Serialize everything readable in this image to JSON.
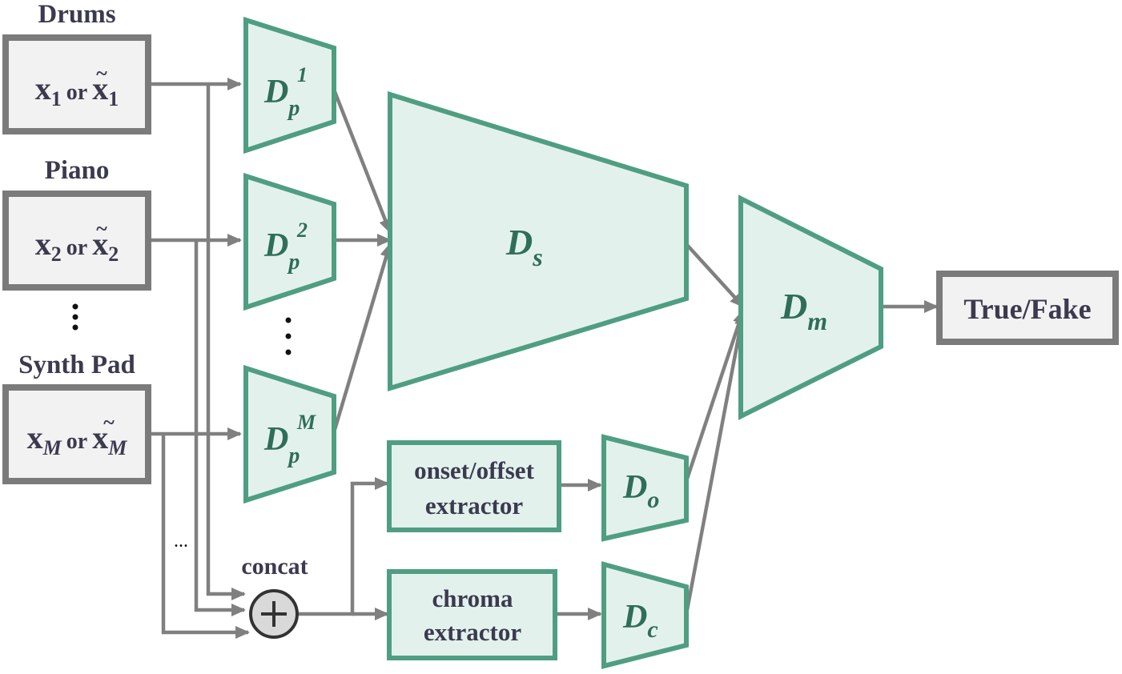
{
  "inputs": [
    {
      "label": "Drums",
      "x": "x",
      "sub": "1",
      "or": "or",
      "xt": "x",
      "xt_sub": "1"
    },
    {
      "label": "Piano",
      "x": "x",
      "sub": "2",
      "or": "or",
      "xt": "x",
      "xt_sub": "2"
    },
    {
      "label": "Synth Pad",
      "x": "x",
      "sub": "M",
      "or": "or",
      "xt": "x",
      "xt_sub": "M"
    }
  ],
  "private_discriminators": [
    {
      "base": "D",
      "sub": "p",
      "sup": "1"
    },
    {
      "base": "D",
      "sub": "p",
      "sup": "2"
    },
    {
      "base": "D",
      "sub": "p",
      "sup": "M"
    }
  ],
  "shared_discriminator": {
    "base": "D",
    "sub": "s"
  },
  "merge_discriminator": {
    "base": "D",
    "sub": "m"
  },
  "onset_discriminator": {
    "base": "D",
    "sub": "o"
  },
  "chroma_discriminator": {
    "base": "D",
    "sub": "c"
  },
  "extractors": {
    "onset": {
      "line1": "onset/offset",
      "line2": "extractor"
    },
    "chroma": {
      "line1": "chroma",
      "line2": "extractor"
    }
  },
  "concat": {
    "label": "concat",
    "symbol": "+"
  },
  "ellipsis_small": "...",
  "output": {
    "label": "True/Fake"
  },
  "colors": {
    "teal_stroke": "#4f9e82",
    "teal_fill": "#e3f1ec",
    "teal_text": "#2f6e58",
    "gray_wire": "#808080",
    "input_fill": "#f2f2f2",
    "input_stroke": "#7b7b7b",
    "label_text": "#3b3a4f"
  }
}
